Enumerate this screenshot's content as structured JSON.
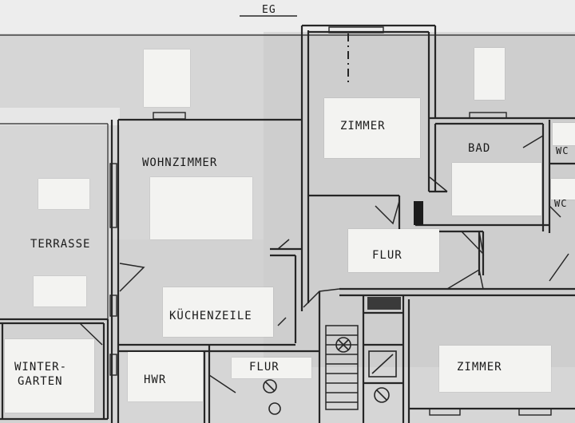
{
  "floor_label": "EG",
  "rooms": {
    "wohnzimmer": "WOHNZIMMER",
    "terrasse": "TERRASSE",
    "wintergarten_line1": "WINTER-",
    "wintergarten_line2": "GARTEN",
    "kuechenzeile": "KÜCHENZEILE",
    "hwr": "HWR",
    "flur_lower": "FLUR",
    "flur_center": "FLUR",
    "zimmer_top": "ZIMMER",
    "bad": "BAD",
    "wc_top": "WC",
    "wc_right": "WC",
    "zimmer_bottom": "ZIMMER"
  },
  "colors": {
    "background": "#d9d9d9",
    "line": "#262626",
    "label_paper": "#f3f3f1",
    "dark_fill": "#3a3a3a"
  }
}
